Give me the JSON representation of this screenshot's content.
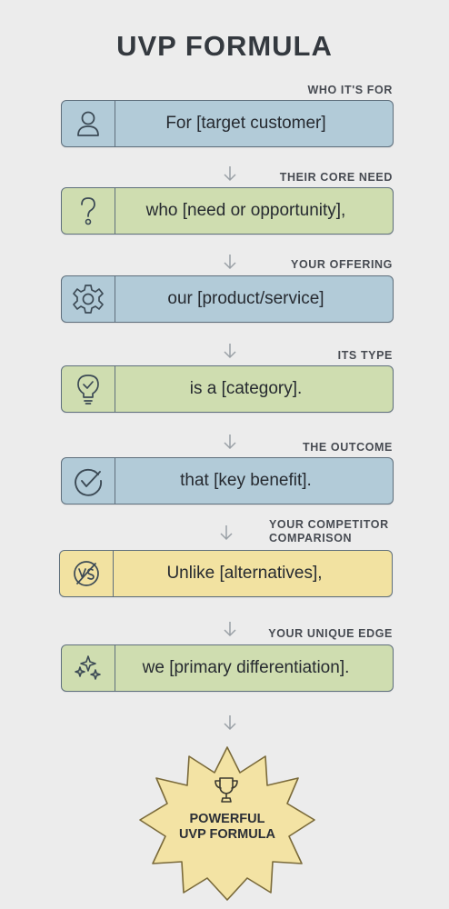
{
  "title": "UVP FORMULA",
  "steps": [
    {
      "label": "WHO IT'S FOR",
      "text": "For [target customer]",
      "icon": "person-icon",
      "color": "blue"
    },
    {
      "label": "THEIR CORE NEED",
      "text": "who [need or opportunity],",
      "icon": "question-icon",
      "color": "green"
    },
    {
      "label": "YOUR OFFERING",
      "text": "our [product/service]",
      "icon": "gear-icon",
      "color": "blue"
    },
    {
      "label": "ITS TYPE",
      "text": "is a [category].",
      "icon": "lightbulb-icon",
      "color": "green"
    },
    {
      "label": "THE OUTCOME",
      "text": "that [key benefit].",
      "icon": "check-icon",
      "color": "blue"
    },
    {
      "label_line1": "YOUR COMPETITOR",
      "label_line2": "COMPARISON",
      "text": "Unlike [alternatives],",
      "icon": "versus-icon",
      "color": "yellow"
    },
    {
      "label": "YOUR UNIQUE EDGE",
      "text": "we [primary differentiation].",
      "icon": "sparkle-icon",
      "color": "green"
    }
  ],
  "result": {
    "line1": "POWERFUL",
    "line2": "UVP FORMULA",
    "icon": "trophy-icon"
  },
  "colors": {
    "blue": "#b2cbd8",
    "green": "#cfddb0",
    "yellow": "#f2e2a1",
    "border": "#5f6f7c"
  }
}
